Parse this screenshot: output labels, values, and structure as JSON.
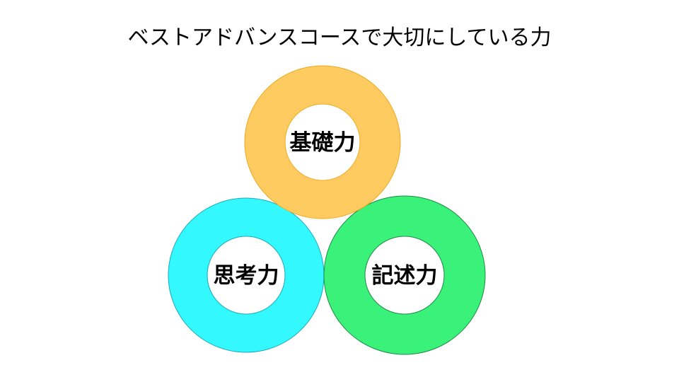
{
  "title": "ベストアドバンスコースで大切にしている力",
  "rings": [
    {
      "label": "思考力",
      "fill": "#33F8FD",
      "stroke": "#1FA9B8"
    },
    {
      "label": "記述力",
      "fill": "#3AF27A",
      "stroke": "#1E8A45"
    },
    {
      "label": "基礎力",
      "fill": "#FDCB60",
      "stroke": "#F0A81E"
    }
  ]
}
